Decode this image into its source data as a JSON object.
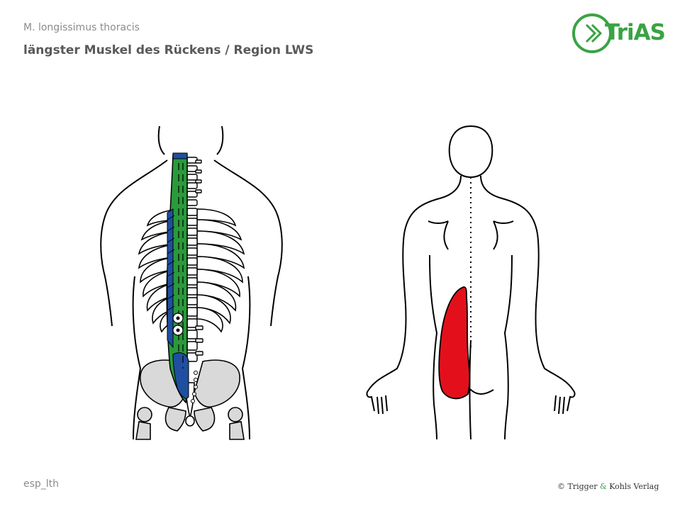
{
  "header": {
    "subtitle": "M. longissimus thoracis",
    "title": "längster Muskel des Rückens / Region LWS"
  },
  "logo": {
    "text": "TriAS"
  },
  "footer": {
    "code": "esp_lth",
    "copyright_prefix": "© Trigger ",
    "copyright_amp": "&",
    "copyright_suffix": " Kohls Verlag"
  },
  "colors": {
    "muscle_green": "#2a9a3a",
    "tendon_blue": "#1f4fa0",
    "pain_red": "#e3101c",
    "bone_gray": "#d9d9d9",
    "logo_green": "#3aa344"
  }
}
